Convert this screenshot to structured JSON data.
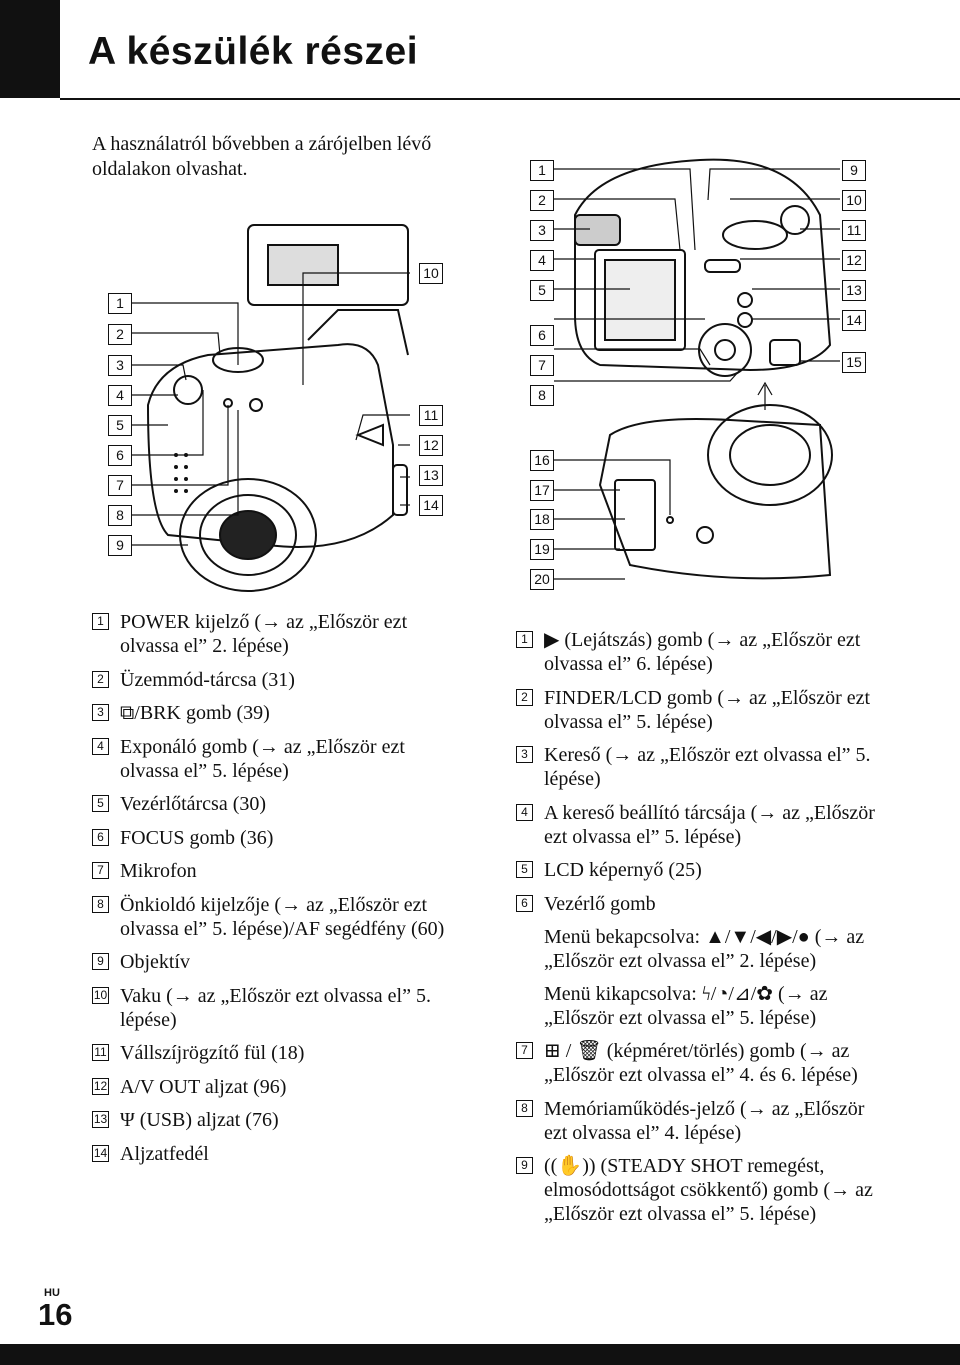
{
  "page": {
    "title": "A készülék részei",
    "intro": "A használatról bővebben a zárójelben lévő oldalakon olvashat.",
    "lang_tag": "HU",
    "page_number": "16"
  },
  "front_callouts": [
    "1",
    "2",
    "3",
    "4",
    "5",
    "6",
    "7",
    "8",
    "9",
    "10",
    "11",
    "12",
    "13",
    "14"
  ],
  "back_callouts": [
    "1",
    "2",
    "3",
    "4",
    "5",
    "6",
    "7",
    "8",
    "9",
    "10",
    "11",
    "12",
    "13",
    "14",
    "15",
    "16",
    "17",
    "18",
    "19",
    "20"
  ],
  "left_list": [
    {
      "num": "1",
      "text": "POWER kijelző (→ az „Először ezt olvassa el” 2. lépése)"
    },
    {
      "num": "2",
      "text": "Üzemmód-tárcsa (31)"
    },
    {
      "num": "3",
      "text": "⧉/BRK gomb (39)"
    },
    {
      "num": "4",
      "text": "Exponáló gomb (→ az „Először ezt olvassa el” 5. lépése)"
    },
    {
      "num": "5",
      "text": "Vezérlőtárcsa (30)"
    },
    {
      "num": "6",
      "text": "FOCUS gomb (36)"
    },
    {
      "num": "7",
      "text": "Mikrofon"
    },
    {
      "num": "8",
      "text": "Önkioldó kijelzője (→ az „Először ezt olvassa el” 5. lépése)/AF segédfény (60)"
    },
    {
      "num": "9",
      "text": "Objektív"
    },
    {
      "num": "10",
      "text": "Vaku (→ az „Először ezt olvassa el” 5. lépése)"
    },
    {
      "num": "11",
      "text": "Vállszíjrögzítő fül (18)"
    },
    {
      "num": "12",
      "text": "A/V OUT aljzat (96)"
    },
    {
      "num": "13",
      "text": "Ψ (USB) aljzat (76)"
    },
    {
      "num": "14",
      "text": "Aljzatfedél"
    }
  ],
  "right_list": [
    {
      "num": "1",
      "text": "▶ (Lejátszás) gomb (→ az „Először ezt olvassa el” 6. lépése)"
    },
    {
      "num": "2",
      "text": "FINDER/LCD gomb (→ az „Először ezt olvassa el” 5. lépése)"
    },
    {
      "num": "3",
      "text": "Kereső (→ az „Először ezt olvassa el” 5. lépése)"
    },
    {
      "num": "4",
      "text": "A kereső beállító tárcsája (→ az „Először ezt olvassa el” 5. lépése)"
    },
    {
      "num": "5",
      "text": "LCD képernyő (25)"
    },
    {
      "num": "6",
      "text": "Vezérlő gomb"
    },
    {
      "num": "",
      "text": "Menü bekapcsolva: ▲/▼/◀/▶/● (→ az „Először ezt olvassa el” 2. lépése)"
    },
    {
      "num": "",
      "text": "Menü kikapcsolva: ϟ/◔/⊿/✿ (→ az „Először ezt olvassa el” 5. lépése)"
    },
    {
      "num": "7",
      "text": "⊞ / 🗑 (képméret/törlés) gomb (→ az „Először ezt olvassa el” 4. és 6. lépése)"
    },
    {
      "num": "8",
      "text": "Memóriaműködés-jelző (→ az „Először ezt olvassa el” 4. lépése)"
    },
    {
      "num": "9",
      "text": "((✋)) (STEADY SHOT remegést, elmosódottságot csökkentő) gomb (→ az „Először ezt olvassa el” 5. lépése)"
    }
  ]
}
